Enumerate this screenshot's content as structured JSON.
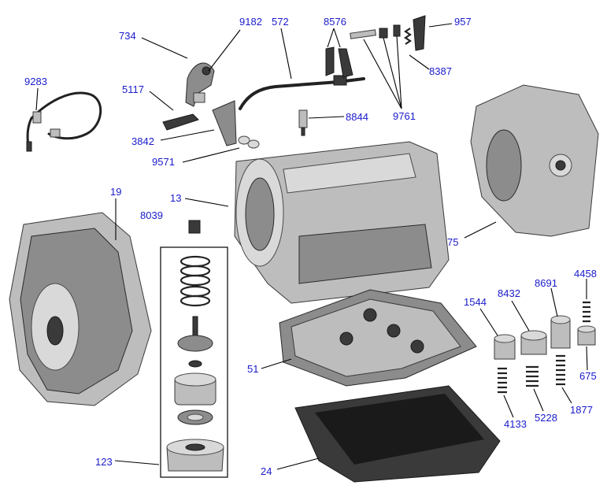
{
  "callouts": [
    {
      "id": "734",
      "label": "734"
    },
    {
      "id": "9182",
      "label": "9182"
    },
    {
      "id": "572",
      "label": "572"
    },
    {
      "id": "8576",
      "label": "8576"
    },
    {
      "id": "957",
      "label": "957"
    },
    {
      "id": "8387",
      "label": "8387"
    },
    {
      "id": "9283",
      "label": "9283"
    },
    {
      "id": "5117",
      "label": "5117"
    },
    {
      "id": "8844",
      "label": "8844"
    },
    {
      "id": "9761",
      "label": "9761"
    },
    {
      "id": "3842",
      "label": "3842"
    },
    {
      "id": "9571",
      "label": "9571"
    },
    {
      "id": "19",
      "label": "19"
    },
    {
      "id": "13",
      "label": "13"
    },
    {
      "id": "8039",
      "label": "8039"
    },
    {
      "id": "75",
      "label": "75"
    },
    {
      "id": "4458",
      "label": "4458"
    },
    {
      "id": "8691",
      "label": "8691"
    },
    {
      "id": "8432",
      "label": "8432"
    },
    {
      "id": "1544",
      "label": "1544"
    },
    {
      "id": "51",
      "label": "51"
    },
    {
      "id": "675",
      "label": "675"
    },
    {
      "id": "4133",
      "label": "4133"
    },
    {
      "id": "5228",
      "label": "5228"
    },
    {
      "id": "1877",
      "label": "1877"
    },
    {
      "id": "123",
      "label": "123"
    },
    {
      "id": "24",
      "label": "24"
    }
  ],
  "colors": {
    "callout_text": "#1a1acc",
    "leader_line": "#000000",
    "background": "#ffffff"
  }
}
